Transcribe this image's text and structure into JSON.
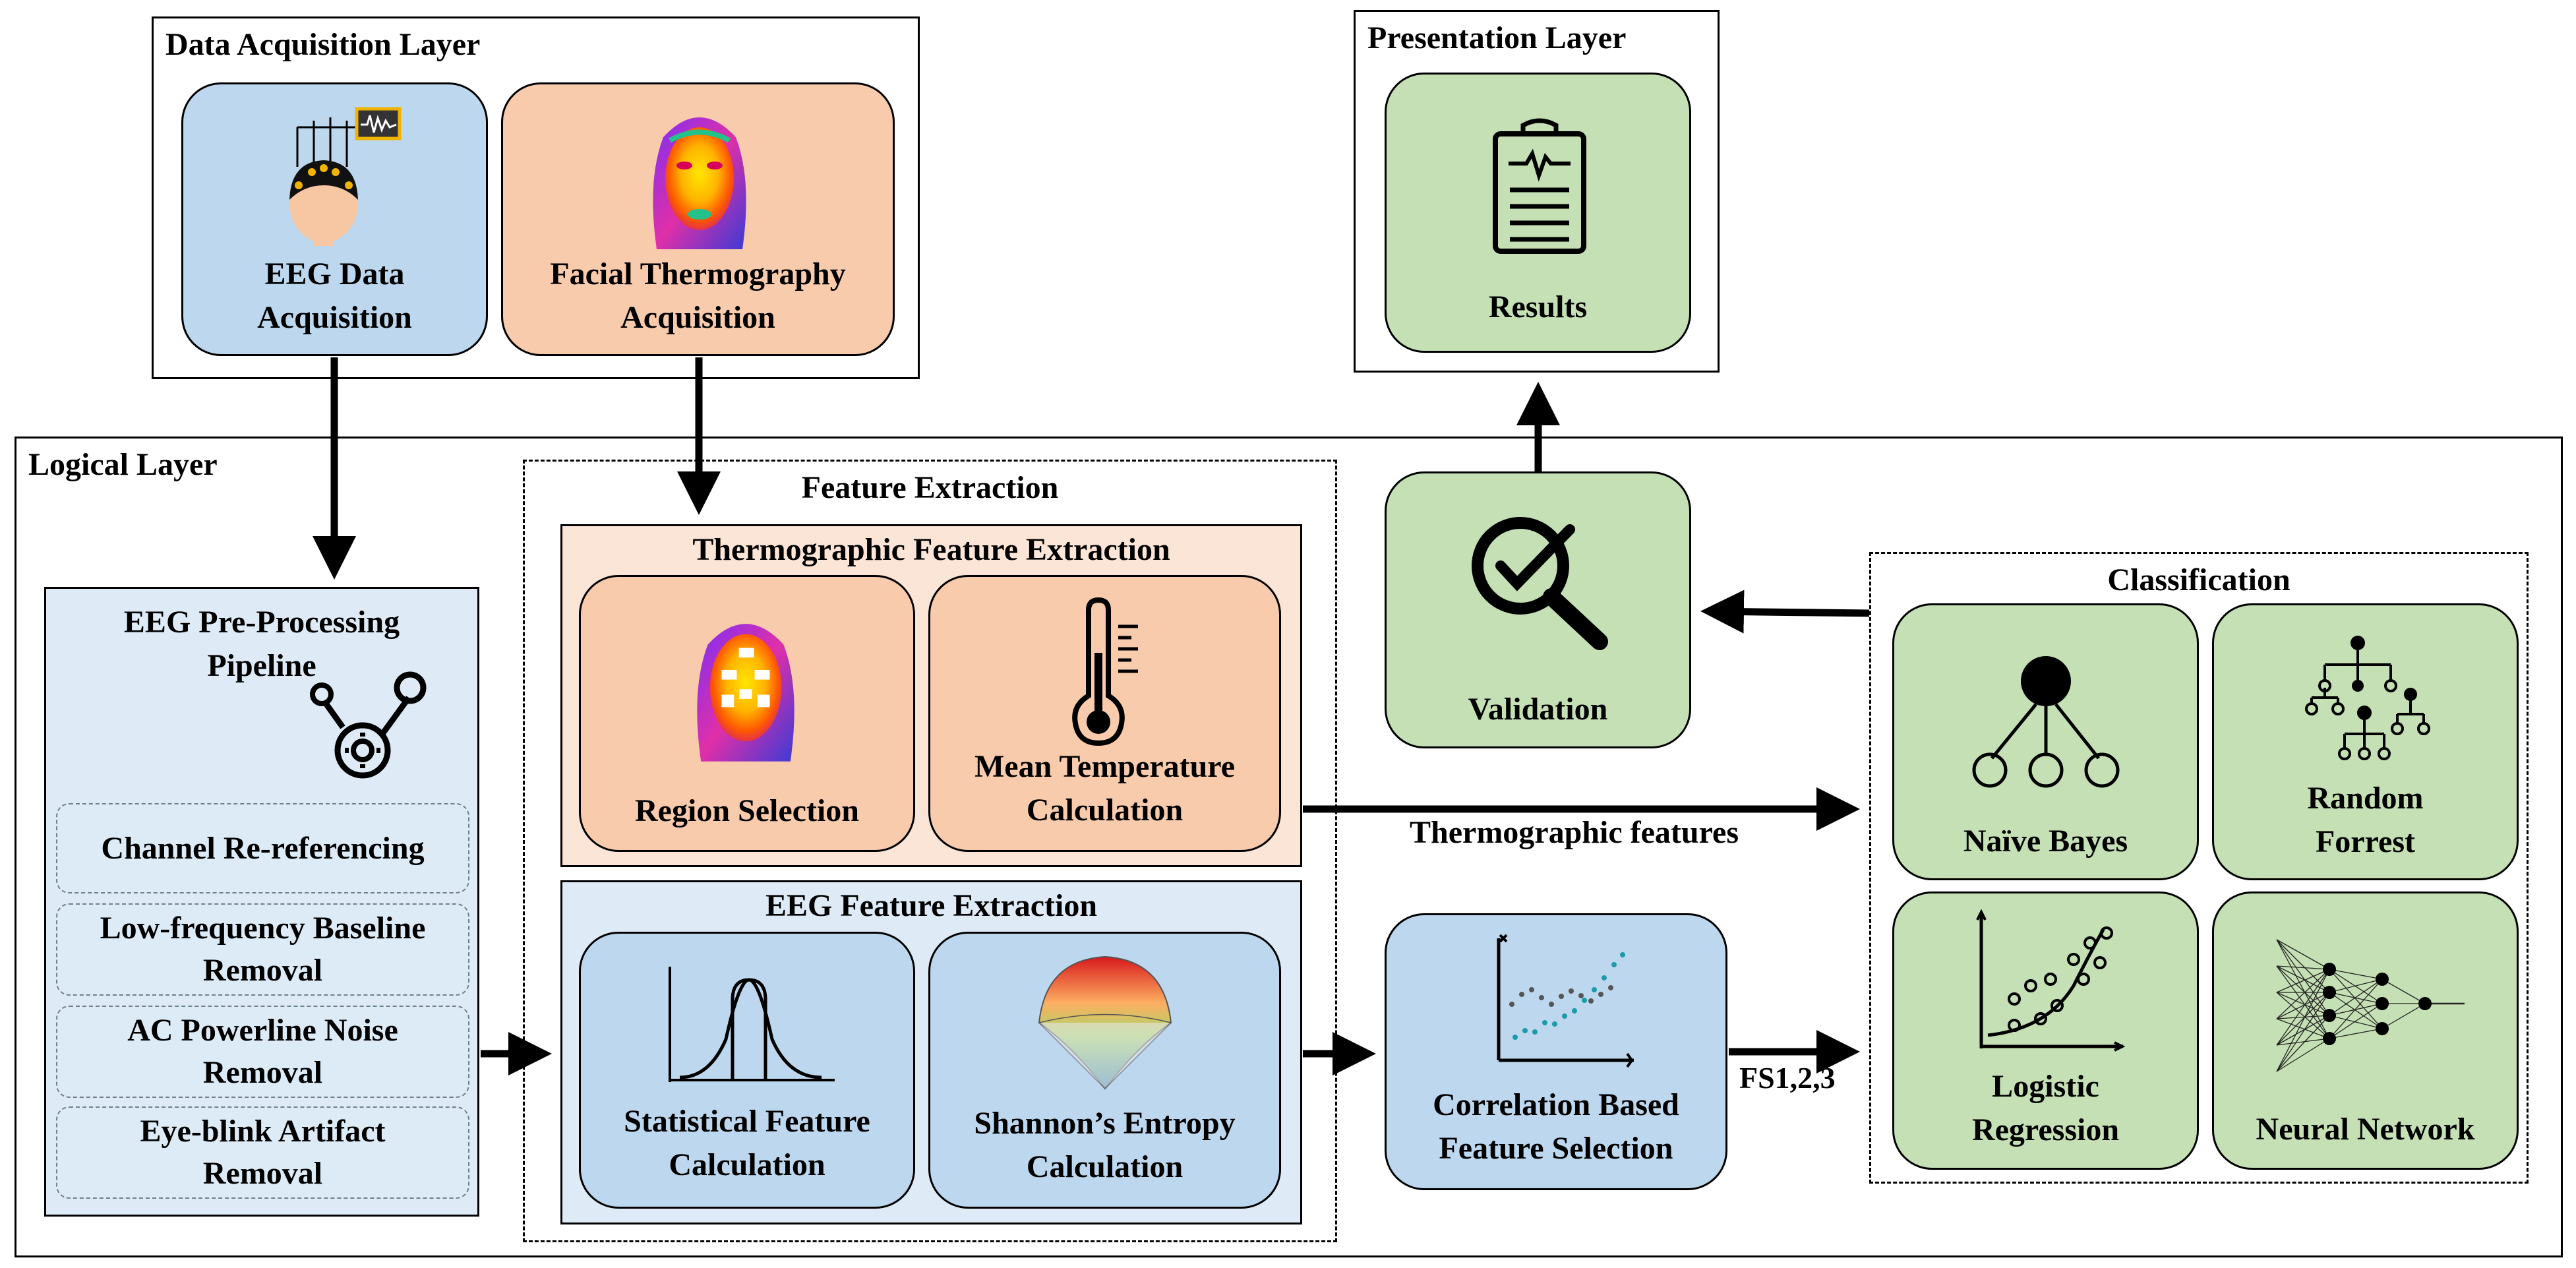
{
  "layers": {
    "data_acquisition": "Data Acquisition Layer",
    "presentation": "Presentation Layer",
    "logical": "Logical Layer"
  },
  "acquisition": {
    "eeg": "EEG Data Acquisition",
    "thermo": "Facial Thermography Acquisition"
  },
  "presentation": {
    "results": "Results"
  },
  "preprocessing": {
    "title": "EEG Pre-Processing Pipeline",
    "steps": [
      "Channel Re-referencing",
      "Low-frequency Baseline Removal",
      "AC Powerline Noise Removal",
      "Eye-blink Artifact Removal"
    ]
  },
  "feature_extraction": {
    "title": "Feature Extraction",
    "thermo_title": "Thermographic Feature Extraction",
    "region": "Region Selection",
    "mean_temp": "Mean Temperature Calculation",
    "eeg_title": "EEG Feature Extraction",
    "statistical": "Statistical Feature Calculation",
    "entropy": "Shannon’s Entropy Calculation"
  },
  "correlation": "Correlation Based Feature Selection",
  "validation": "Validation",
  "classification": {
    "title": "Classification",
    "models": [
      "Naïve Bayes",
      "Random Forrest",
      "Logistic Regression",
      "Neural Network"
    ]
  },
  "edges": {
    "thermo_features": "Thermographic features",
    "fs": "FS1,2,3"
  },
  "icons": [
    "eeg-cap-icon",
    "thermal-face-icon",
    "clipboard-icon",
    "gear-pipeline-icon",
    "thermometer-icon",
    "bell-curve-icon",
    "entropy-surface-icon",
    "scatter-plot-icon",
    "magnifier-check-icon",
    "naive-bayes-icon",
    "random-forest-icon",
    "logistic-regression-icon",
    "neural-network-icon"
  ],
  "colors": {
    "eeg_blue": "#bdd7ee",
    "thermo_orange": "#f8cbad",
    "model_green": "#c5e0b4",
    "panel_lightblue": "#deebf7",
    "panel_lightorange": "#fbe5d6"
  }
}
